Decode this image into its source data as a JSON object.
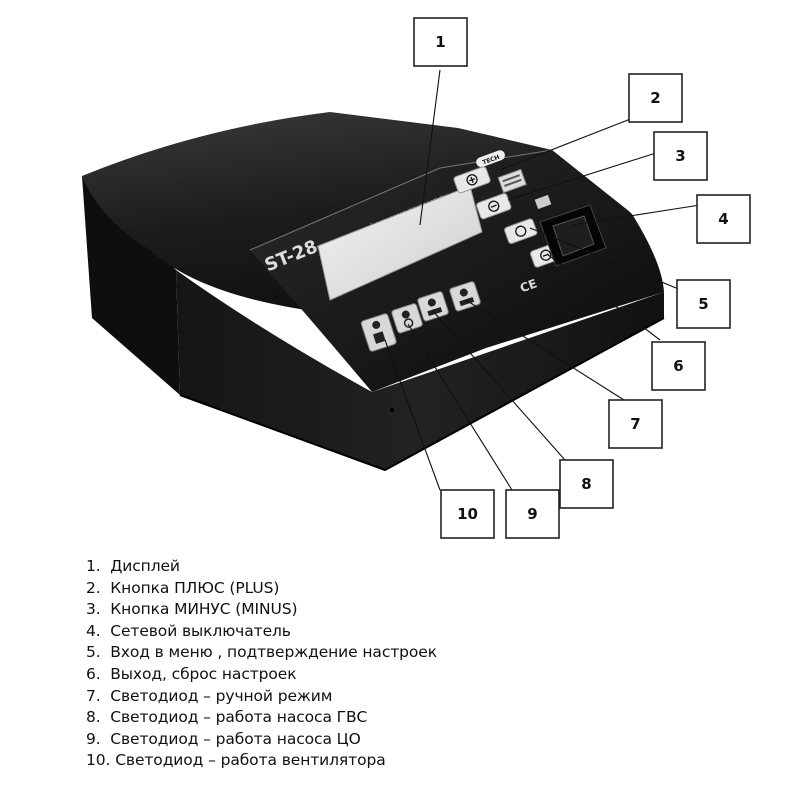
{
  "device": {
    "brand_logo": "TECH",
    "model": "ST-28",
    "subtitle": "микропроцессорный регулятор температуры",
    "ce_mark": "CE"
  },
  "callouts": [
    "1",
    "2",
    "3",
    "4",
    "5",
    "6",
    "7",
    "8",
    "9",
    "10"
  ],
  "legend": [
    {
      "num": "1.",
      "text": "Дисплей"
    },
    {
      "num": "2.",
      "text": "Кнопка ПЛЮС (PLUS)"
    },
    {
      "num": "3.",
      "text": "Кнопка МИНУС (MINUS)"
    },
    {
      "num": "4.",
      "text": "Сетевой выключатель"
    },
    {
      "num": "5.",
      "text": "Вход в меню , подтверждение настроек"
    },
    {
      "num": "6.",
      "text": "Выход, сброс настроек"
    },
    {
      "num": "7.",
      "text": "Светодиод – ручной режим"
    },
    {
      "num": "8.",
      "text": "Светодиод – работа насоса ГВС"
    },
    {
      "num": "9.",
      "text": "Светодиод – работа насоса ЦО"
    },
    {
      "num": "10.",
      "text": "Светодиод – работа вентилятора"
    }
  ]
}
